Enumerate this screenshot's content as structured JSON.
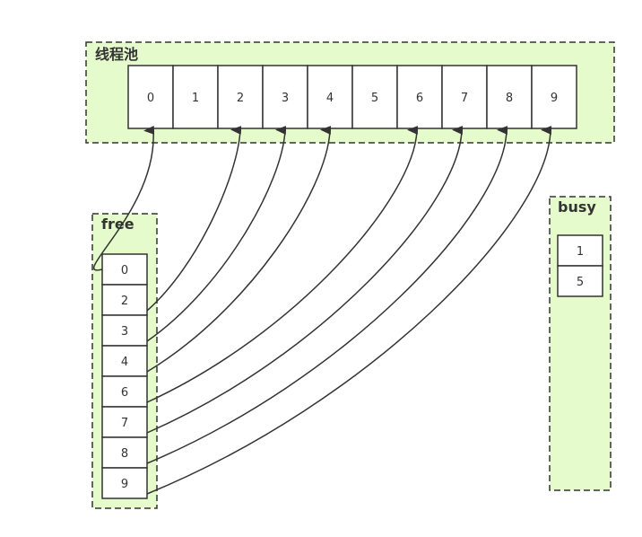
{
  "thread_pool": {
    "title": "线程池",
    "slots": [
      "0",
      "1",
      "2",
      "3",
      "4",
      "5",
      "6",
      "7",
      "8",
      "9"
    ]
  },
  "free": {
    "title": "free",
    "items": [
      "0",
      "2",
      "3",
      "4",
      "6",
      "7",
      "8",
      "9"
    ]
  },
  "busy": {
    "title": "busy",
    "items": [
      "1",
      "5"
    ]
  },
  "links": [
    {
      "from": "0",
      "to": "0"
    },
    {
      "from": "2",
      "to": "2"
    },
    {
      "from": "3",
      "to": "3"
    },
    {
      "from": "4",
      "to": "4"
    },
    {
      "from": "6",
      "to": "6"
    },
    {
      "from": "7",
      "to": "7"
    },
    {
      "from": "8",
      "to": "8"
    },
    {
      "from": "9",
      "to": "9"
    }
  ],
  "colors": {
    "container_fill": "#e5fbcc",
    "container_border": "#333333",
    "cell_fill": "#ffffff",
    "cell_border": "#333333",
    "arrow": "#333333",
    "text": "#333333"
  }
}
